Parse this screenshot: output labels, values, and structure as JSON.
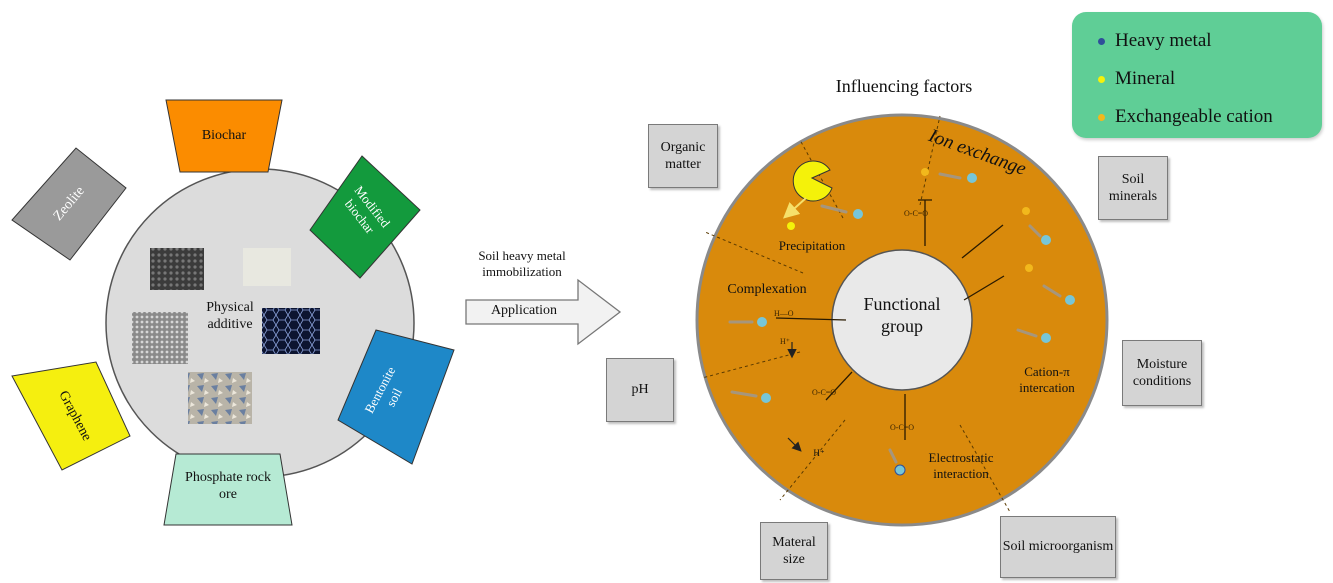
{
  "additives": {
    "center_label": "Physical additive",
    "biochar": "Biochar",
    "modified_biochar": "Modified biochar",
    "zeolite": "Zeolite",
    "bentonite": "Bentonite soil",
    "graphene": "Graphene",
    "phosphate": "Phosphate rock ore"
  },
  "arrow": {
    "top_text": "Soil heavy metal immobilization",
    "label": "Application"
  },
  "mechanisms": {
    "title": "Influencing factors",
    "center": "Functional group",
    "ion_exchange": "Ion exchange",
    "precipitation": "Precipitation",
    "complexation": "Complexation",
    "cation_pi": "Cation-π intercation",
    "electrostatic": "Electrostatic interaction",
    "h_plus": "H⁺"
  },
  "factors": {
    "organic_matter": "Organic matter",
    "soil_minerals": "Soil minerals",
    "ph": "pH",
    "moisture": "Moisture conditions",
    "material_size": "Materal size",
    "microorganism": "Soil microorganism"
  },
  "legend": {
    "items": [
      {
        "label": "Heavy metal",
        "color": "#2f4f9a"
      },
      {
        "label": "Mineral",
        "color": "#f4f20a"
      },
      {
        "label": "Exchangeable cation",
        "color": "#f2b81c"
      }
    ]
  },
  "colors": {
    "wheel": "#d98a0c",
    "biochar": "#fb8c00",
    "modified_biochar": "#139a3d",
    "zeolite": "#9a9a9a",
    "bentonite": "#1e88c8",
    "graphene": "#f5ef0f",
    "phosphate": "#b6ead4",
    "factor_box": "#d4d4d4"
  }
}
